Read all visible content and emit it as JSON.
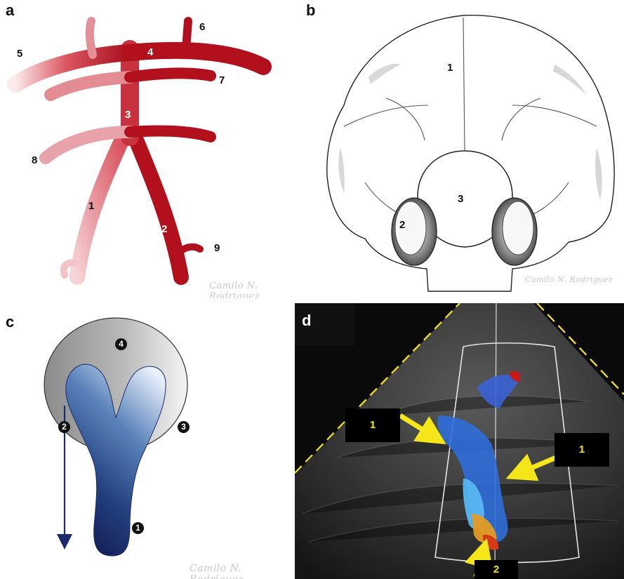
{
  "panels": {
    "a": {
      "letter": "a",
      "labels": [
        "1",
        "2",
        "3",
        "4",
        "5",
        "6",
        "7",
        "8",
        "9"
      ],
      "signature": "Camilo N. Rodriguez",
      "colors": {
        "dark_red": "#b3101e",
        "light_pink": "#f3c9cd"
      }
    },
    "b": {
      "letter": "b",
      "labels": [
        "1",
        "2",
        "3"
      ],
      "signature": "Camilo N. Rodriguez"
    },
    "c": {
      "letter": "c",
      "labels": [
        "1",
        "2",
        "3",
        "4"
      ],
      "signature": "Camilo N. Rodriguez",
      "colors": {
        "dark_blue": "#1b2a6b",
        "light_blue": "#e4eefb",
        "arrow": "#1c2a6e"
      }
    },
    "d": {
      "letter": "d",
      "labels": {
        "left": "1",
        "right": "1",
        "bottom": "2"
      },
      "colors": {
        "arrow": "#f5e61a",
        "guide": "#e8d92a"
      }
    }
  }
}
